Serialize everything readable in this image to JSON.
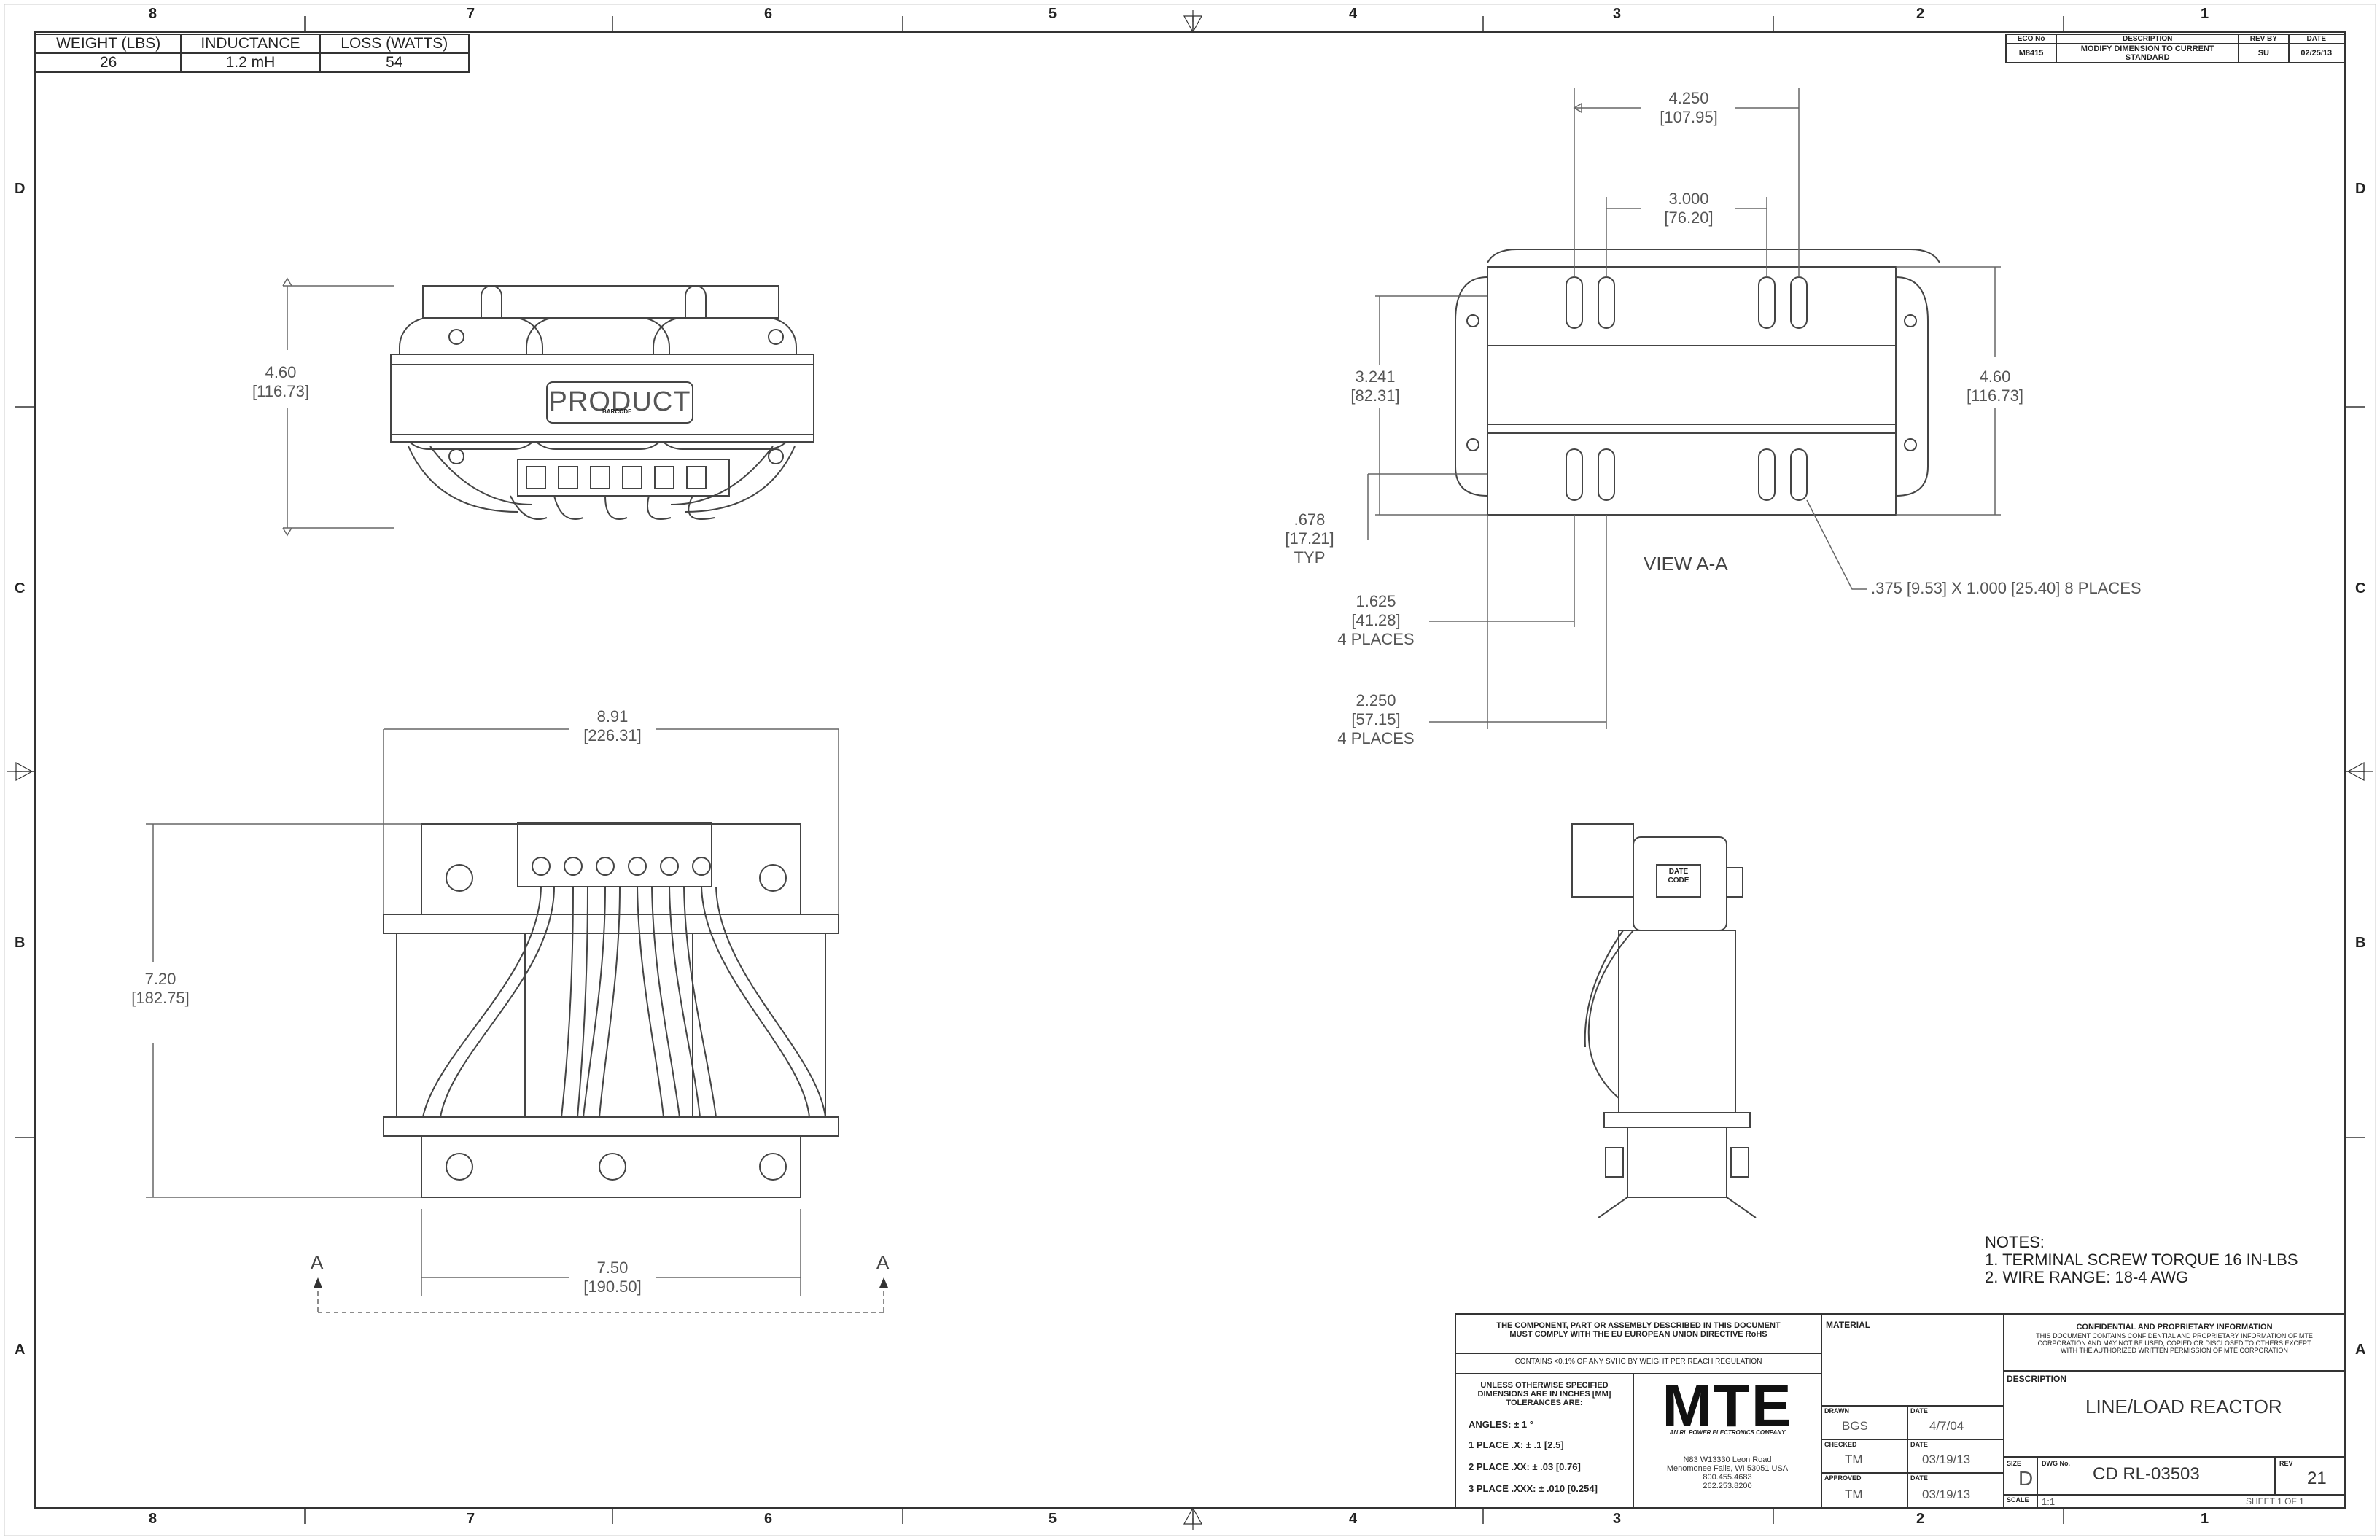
{
  "zones": {
    "columns": [
      "8",
      "7",
      "6",
      "5",
      "4",
      "3",
      "2",
      "1"
    ],
    "rows": [
      "D",
      "C",
      "B",
      "A"
    ]
  },
  "specs": {
    "headers": [
      "WEIGHT (LBS)",
      "INDUCTANCE",
      "LOSS (WATTS)"
    ],
    "values": [
      "26",
      "1.2 mH",
      "54"
    ]
  },
  "revision": {
    "headers": [
      "ECO No",
      "DESCRIPTION",
      "REV BY",
      "DATE"
    ],
    "eco": "M8415",
    "description": "MODIFY DIMENSION TO CURRENT STANDARD",
    "by": "SU",
    "date": "02/25/13"
  },
  "top_view": {
    "label": "PRODUCT",
    "barcode": "BARCODE",
    "height": "4.60",
    "height_mm": "[116.73]"
  },
  "view_aa": {
    "title": "VIEW A-A",
    "width1": "4.250",
    "width1_mm": "[107.95]",
    "width2": "3.000",
    "width2_mm": "[76.20]",
    "h1": "3.241",
    "h1_mm": "[82.31]",
    "h2": "4.60",
    "h2_mm": "[116.73]",
    "typ": ".678",
    "typ_mm": "[17.21]",
    "typ_label": "TYP",
    "d1": "1.625",
    "d1_mm": "[41.28]",
    "d1_note": "4 PLACES",
    "d2": "2.250",
    "d2_mm": "[57.15]",
    "d2_note": "4 PLACES",
    "slot_note": ".375 [9.53] X 1.000 [25.40] 8 PLACES"
  },
  "front_view": {
    "width": "8.91",
    "width_mm": "[226.31]",
    "height": "7.20",
    "height_mm": "[182.75]",
    "base": "7.50",
    "base_mm": "[190.50]",
    "section_marker": "A"
  },
  "side_view": {
    "date_code": "DATE CODE"
  },
  "notes": {
    "title": "NOTES:",
    "items": [
      "1.   TERMINAL SCREW TORQUE 16 IN-LBS",
      "2.   WIRE RANGE: 18-4 AWG"
    ]
  },
  "title_block": {
    "rohs1": "THE COMPONENT, PART OR ASSEMBLY DESCRIBED IN THIS DOCUMENT",
    "rohs2": "MUST COMPLY WITH THE EU EUROPEAN UNION DIRECTIVE RoHS",
    "reach": "CONTAINS <0.1% OF ANY SVHC BY WEIGHT PER REACH REGULATION",
    "tol1": "UNLESS OTHERWISE SPECIFIED",
    "tol2": "DIMENSIONS ARE IN INCHES [MM]",
    "tol3": "TOLERANCES ARE:",
    "angles": "ANGLES: ± 1 °",
    "place1": "1 PLACE .X: ± .1 [2.5]",
    "place2": "2 PLACE .XX: ± .03 [0.76]",
    "place3": "3 PLACE .XXX: ± .010 [0.254]",
    "logo": "MTE",
    "tagline": "AN RL POWER ELECTRONICS COMPANY",
    "addr1": "N83 W13330 Leon Road",
    "addr2": "Menomonee Falls, WI 53051 USA",
    "phone1": "800.455.4683",
    "phone2": "262.253.8200",
    "material": "MATERIAL",
    "drawn_lbl": "DRAWN",
    "drawn": "BGS",
    "drawn_date_lbl": "DATE",
    "drawn_date": "4/7/04",
    "checked_lbl": "CHECKED",
    "checked": "TM",
    "checked_date_lbl": "DATE",
    "checked_date": "03/19/13",
    "approved_lbl": "APPROVED",
    "approved": "TM",
    "approved_date_lbl": "DATE",
    "approved_date": "03/19/13",
    "conf_title": "CONFIDENTIAL AND PROPRIETARY INFORMATION",
    "conf1": "THIS DOCUMENT CONTAINS CONFIDENTIAL AND PROPRIETARY INFORMATION OF MTE",
    "conf2": "CORPORATION AND MAY NOT BE USED, COPIED OR DISCLOSED TO OTHERS EXCEPT",
    "conf3": "WITH THE AUTHORIZED WRITTEN PERMISSION OF MTE CORPORATION",
    "desc_lbl": "DESCRIPTION",
    "desc": "LINE/LOAD REACTOR",
    "size_lbl": "SIZE",
    "size": "D",
    "dwg_lbl": "DWG No.",
    "dwg": "CD RL-03503",
    "rev_lbl": "REV",
    "rev": "21",
    "scale_lbl": "SCALE",
    "scale": "1:1",
    "sheet": "SHEET 1  OF 1"
  }
}
